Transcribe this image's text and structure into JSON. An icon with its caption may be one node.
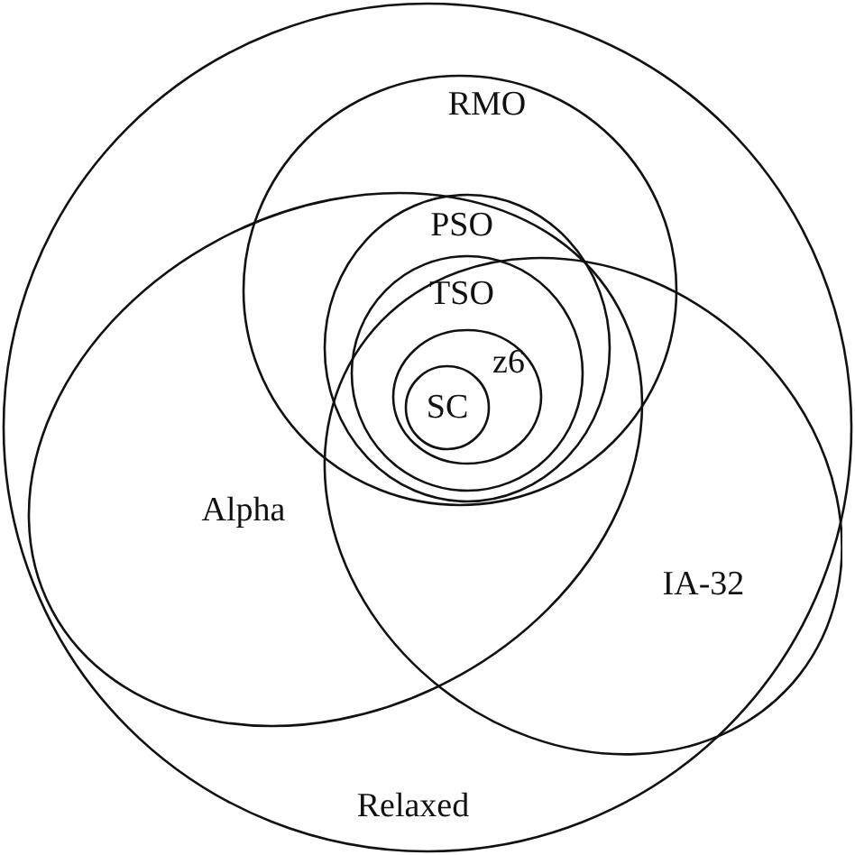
{
  "diagram": {
    "nodes": [
      {
        "text": [
          "Relaxed"
        ]
      },
      {
        "text": [
          "RMO"
        ],
        "in": 0
      },
      {
        "text": [
          "PSO"
        ]
      },
      {
        "text": [
          "TSO"
        ]
      },
      {
        "text": [
          "z6"
        ],
        "in": 3
      },
      {
        "text": [
          "SC"
        ],
        "in": 4
      },
      {
        "text": [
          "Alpha"
        ],
        "in": 0
      },
      {
        "text": [
          "IA-32"
        ],
        "in": 0
      }
    ]
  }
}
